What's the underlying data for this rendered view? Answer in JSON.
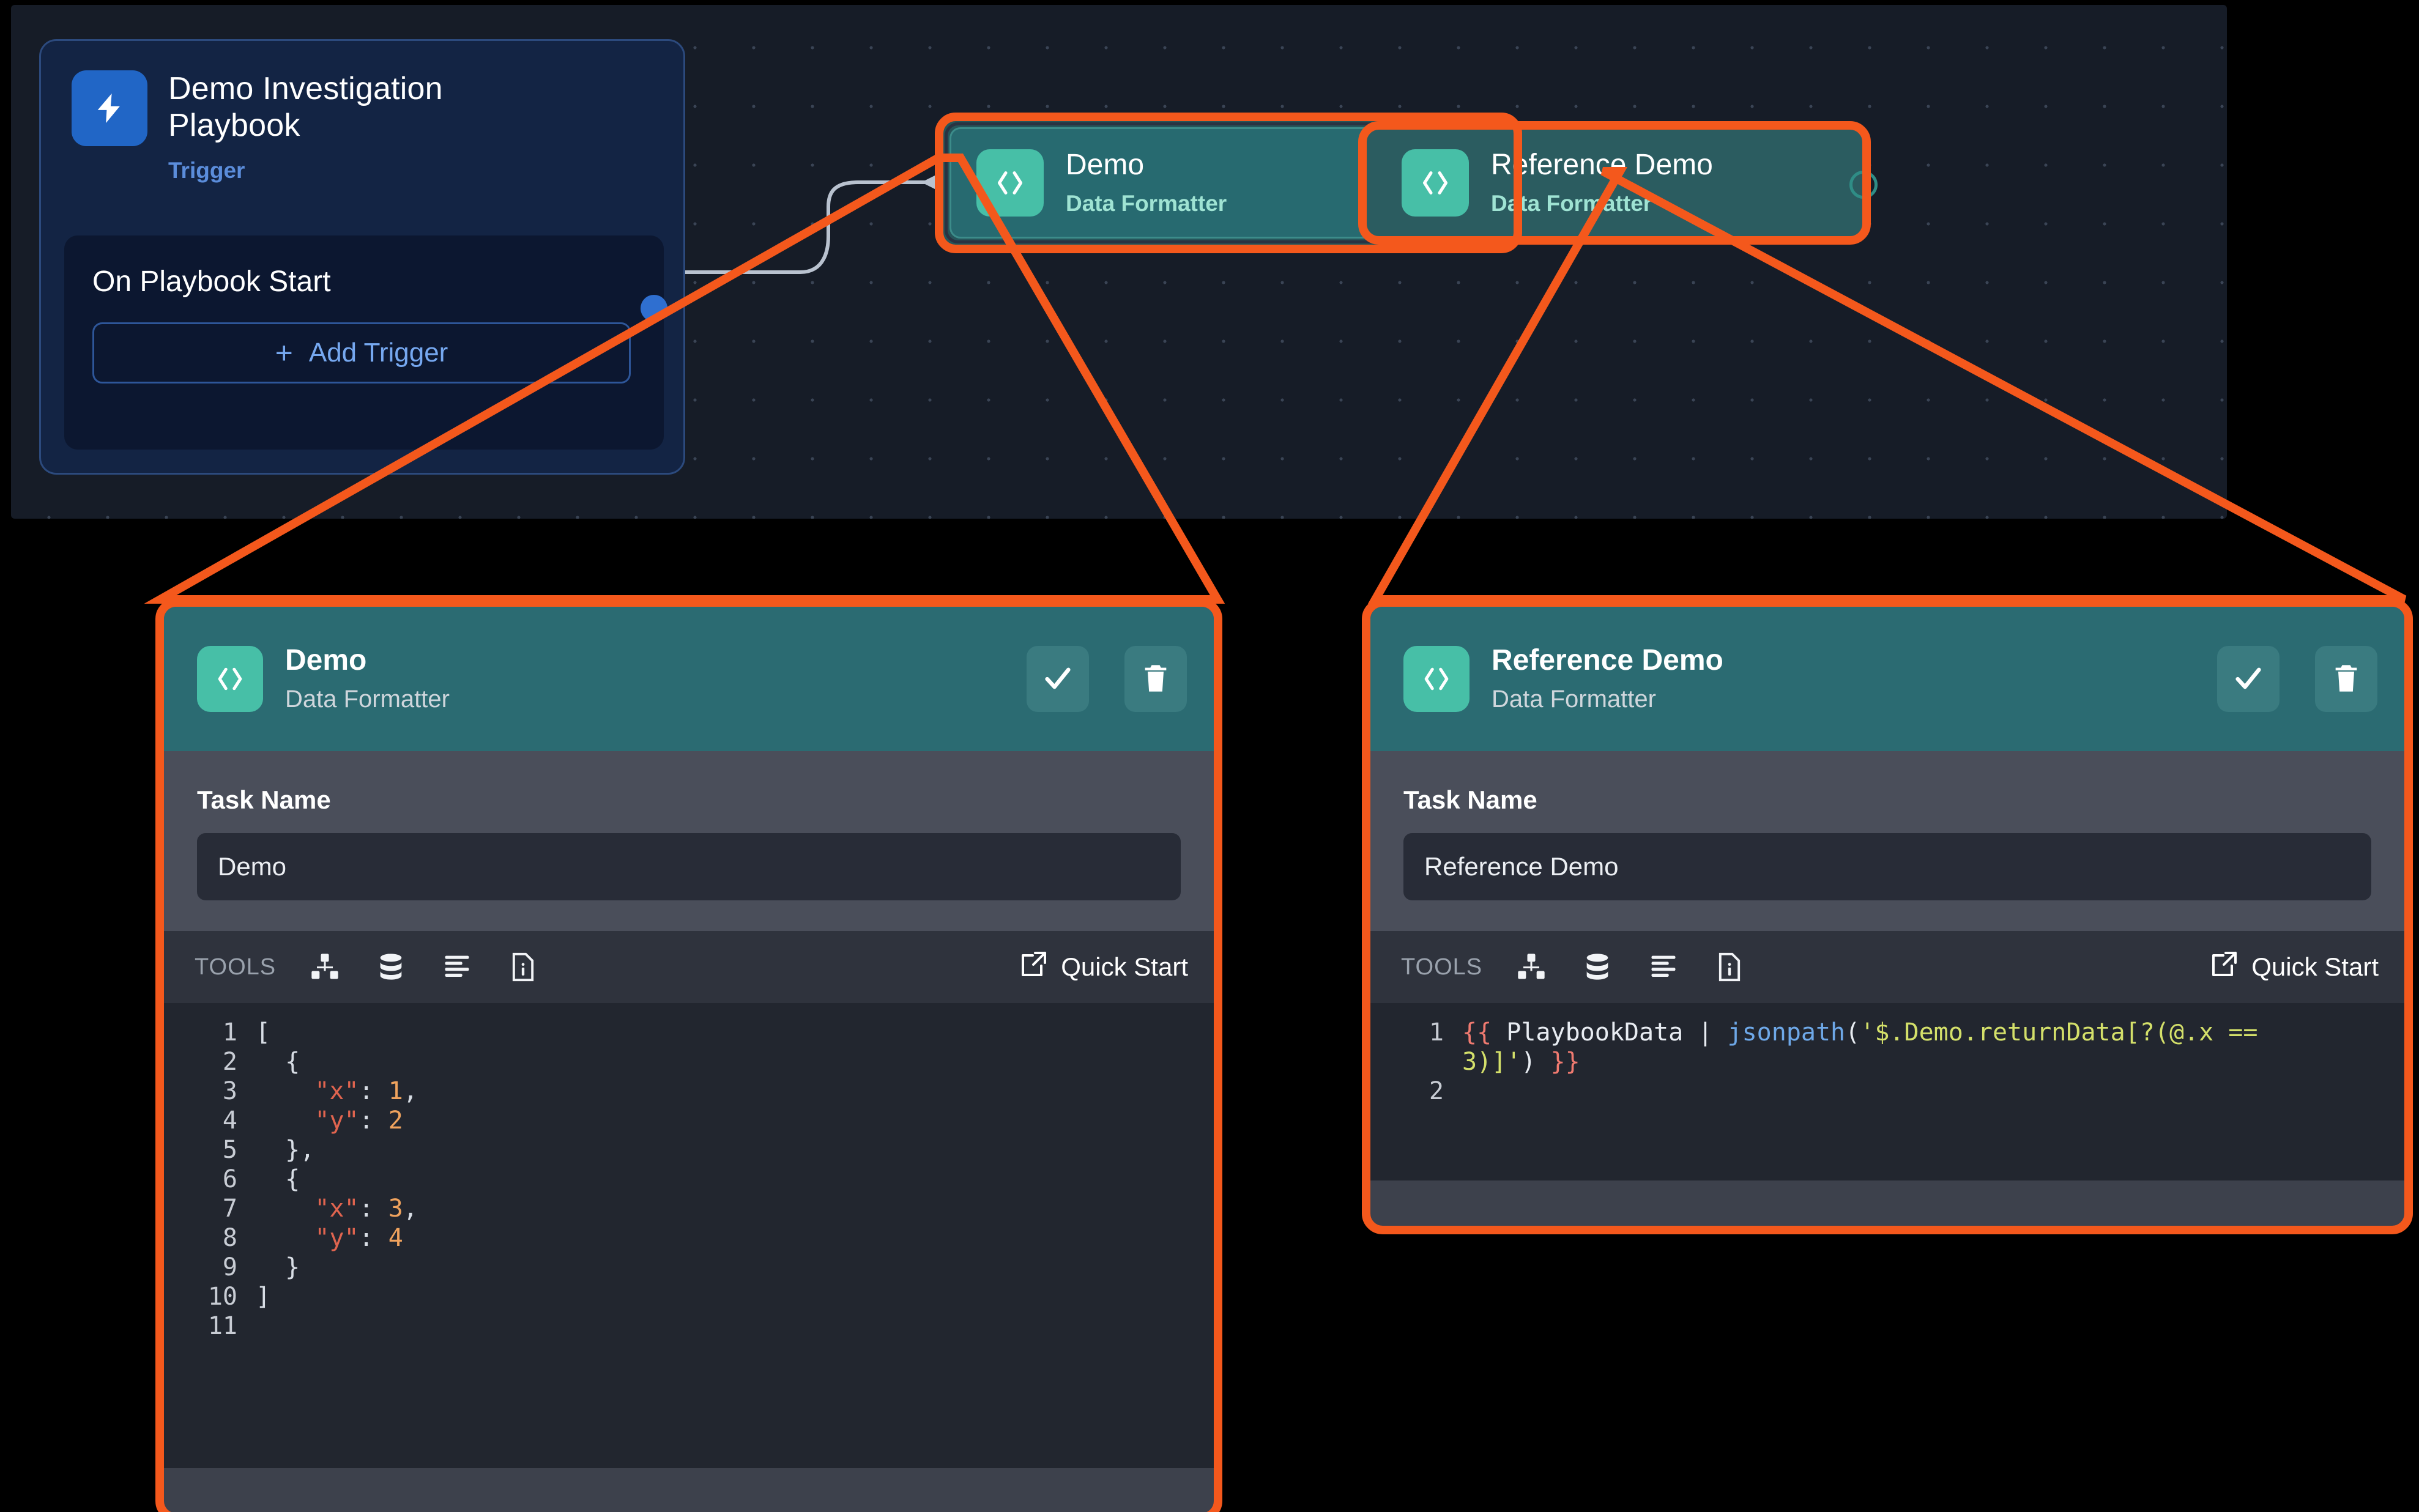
{
  "canvas": {
    "trigger": {
      "icon": "lightning-bolt-icon",
      "title": "Demo Investigation Playbook",
      "subtitle": "Trigger",
      "body_label": "On Playbook Start",
      "add_trigger_label": "Add Trigger",
      "plus": "+"
    },
    "nodes": [
      {
        "icon": "code-brackets-icon",
        "title": "Demo",
        "subtitle": "Data Formatter"
      },
      {
        "icon": "code-brackets-icon",
        "title": "Reference Demo",
        "subtitle": "Data Formatter"
      }
    ]
  },
  "panels": [
    {
      "icon": "code-brackets-icon",
      "title": "Demo",
      "subtitle": "Data Formatter",
      "confirm_icon": "check-icon",
      "delete_icon": "trash-icon",
      "form": {
        "label": "Task Name",
        "value": "Demo"
      },
      "toolbar": {
        "label": "TOOLS",
        "icons": [
          "sitemap-blocks-icon",
          "database-icon",
          "align-left-icon",
          "file-info-icon"
        ],
        "quick_start_label": "Quick Start",
        "quick_start_icon": "external-link-icon"
      },
      "code": {
        "language": "json",
        "lines": [
          {
            "n": "1",
            "tokens": [
              {
                "t": "[",
                "c": "pun"
              }
            ]
          },
          {
            "n": "2",
            "tokens": [
              {
                "t": "  {",
                "c": "pun"
              }
            ]
          },
          {
            "n": "3",
            "tokens": [
              {
                "t": "    ",
                "c": "plain"
              },
              {
                "t": "\"x\"",
                "c": "key"
              },
              {
                "t": ": ",
                "c": "pun"
              },
              {
                "t": "1",
                "c": "num"
              },
              {
                "t": ",",
                "c": "pun"
              }
            ]
          },
          {
            "n": "4",
            "tokens": [
              {
                "t": "    ",
                "c": "plain"
              },
              {
                "t": "\"y\"",
                "c": "key"
              },
              {
                "t": ": ",
                "c": "pun"
              },
              {
                "t": "2",
                "c": "num"
              }
            ]
          },
          {
            "n": "5",
            "tokens": [
              {
                "t": "  },",
                "c": "pun"
              }
            ]
          },
          {
            "n": "6",
            "tokens": [
              {
                "t": "  {",
                "c": "pun"
              }
            ]
          },
          {
            "n": "7",
            "tokens": [
              {
                "t": "    ",
                "c": "plain"
              },
              {
                "t": "\"x\"",
                "c": "key"
              },
              {
                "t": ": ",
                "c": "pun"
              },
              {
                "t": "3",
                "c": "num"
              },
              {
                "t": ",",
                "c": "pun"
              }
            ]
          },
          {
            "n": "8",
            "tokens": [
              {
                "t": "    ",
                "c": "plain"
              },
              {
                "t": "\"y\"",
                "c": "key"
              },
              {
                "t": ": ",
                "c": "pun"
              },
              {
                "t": "4",
                "c": "num"
              }
            ]
          },
          {
            "n": "9",
            "tokens": [
              {
                "t": "  }",
                "c": "pun"
              }
            ]
          },
          {
            "n": "10",
            "tokens": [
              {
                "t": "]",
                "c": "pun"
              }
            ]
          },
          {
            "n": "11",
            "tokens": [
              {
                "t": "",
                "c": "plain"
              }
            ]
          }
        ]
      }
    },
    {
      "icon": "code-brackets-icon",
      "title": "Reference Demo",
      "subtitle": "Data Formatter",
      "confirm_icon": "check-icon",
      "delete_icon": "trash-icon",
      "form": {
        "label": "Task Name",
        "value": "Reference Demo"
      },
      "toolbar": {
        "label": "TOOLS",
        "icons": [
          "sitemap-blocks-icon",
          "database-icon",
          "align-left-icon",
          "file-info-icon"
        ],
        "quick_start_label": "Quick Start",
        "quick_start_icon": "external-link-icon"
      },
      "code": {
        "language": "jinja",
        "lines": [
          {
            "n": "1",
            "tokens": [
              {
                "t": "{{ ",
                "c": "braces"
              },
              {
                "t": "PlaybookData",
                "c": "plain"
              },
              {
                "t": " | ",
                "c": "plain"
              },
              {
                "t": "jsonpath",
                "c": "fn"
              },
              {
                "t": "(",
                "c": "plain"
              },
              {
                "t": "'$.Demo.returnData[?(@.x == 3)]'",
                "c": "str"
              },
              {
                "t": ")",
                "c": "plain"
              },
              {
                "t": " }}",
                "c": "braces"
              }
            ]
          },
          {
            "n": "2",
            "tokens": [
              {
                "t": "",
                "c": "plain"
              }
            ]
          }
        ]
      }
    }
  ],
  "colors": {
    "highlight": "#f4581c",
    "node_teal": "#2b6b72",
    "icon_teal": "#47bfa7",
    "trigger_blue": "#2166c6",
    "canvas_bg": "#161c27"
  }
}
